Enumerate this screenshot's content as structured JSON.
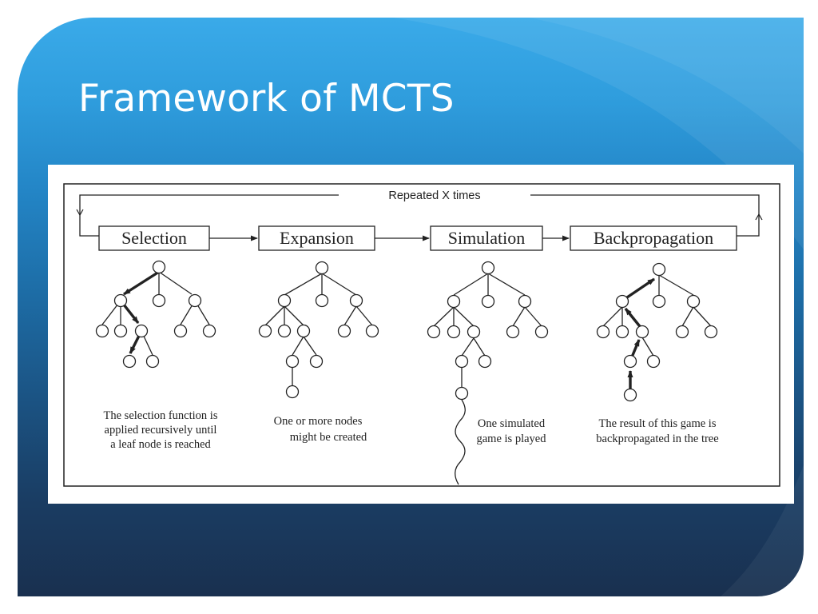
{
  "slide": {
    "title": "Framework of MCTS"
  },
  "diagram": {
    "loop_label": "Repeated X times",
    "phases": [
      {
        "name": "Selection",
        "caption": [
          "The selection function is",
          "applied recursively until",
          "a leaf node is reached"
        ]
      },
      {
        "name": "Expansion",
        "caption": [
          "One or more nodes",
          "might be created"
        ]
      },
      {
        "name": "Simulation",
        "caption": [
          "One simulated",
          "game is played"
        ]
      },
      {
        "name": "Backpropagation",
        "caption": [
          "The result of this game is",
          "backpropagated in the tree"
        ]
      }
    ]
  },
  "colors": {
    "slide_blue_top": "#3aaae9",
    "slide_navy_bottom": "#19304f",
    "title_text": "#ffffff",
    "diagram_ink": "#222222"
  }
}
